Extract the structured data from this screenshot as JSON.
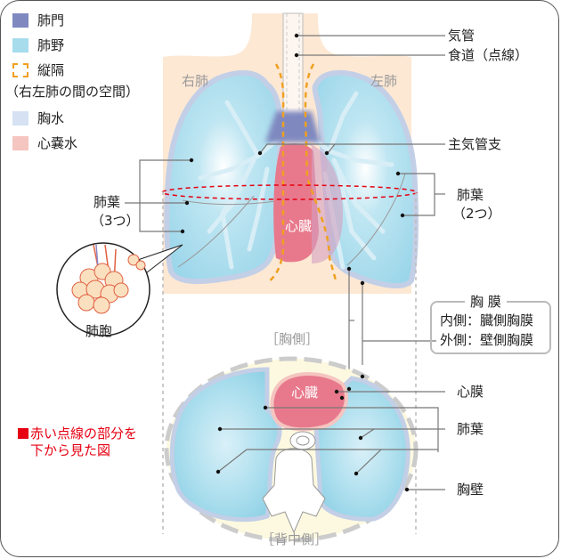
{
  "legend": {
    "items": [
      {
        "label": "肺門",
        "color": "#7f89c0",
        "style": "solid"
      },
      {
        "label": "肺野",
        "color": "#a6dcec",
        "style": "solid"
      },
      {
        "label": "縦隔",
        "color": "#f0a020",
        "style": "dashed"
      },
      {
        "label": "胸水",
        "color": "#d6e2f3",
        "style": "solid"
      },
      {
        "label": "心嚢水",
        "color": "#f5c5c0",
        "style": "solid"
      }
    ],
    "mediastinum_note": "（右左肺の間の空間）"
  },
  "front_view": {
    "right_lung": "右肺",
    "left_lung": "左肺",
    "heart": "心臓",
    "alveoli": "肺胞",
    "labels": {
      "trachea": "気管",
      "esophagus": "食道（点線）",
      "main_bronchus": "主気管支",
      "left_lobes": "肺葉",
      "left_lobes_count": "（2つ）",
      "right_lobes": "肺葉",
      "right_lobes_count": "（3つ）"
    }
  },
  "pleura": {
    "title": "胸 膜",
    "inner": "内側：臓側胸膜",
    "outer": "外側：壁側胸膜"
  },
  "cross_section": {
    "front_side": "［胸側］",
    "back_side": "［背中側］",
    "heart": "心臓",
    "labels": {
      "pericardium": "心膜",
      "lobes": "肺葉",
      "chest_wall": "胸壁"
    }
  },
  "note": {
    "line1": "赤い点線の部分を",
    "line2": "下から見た図"
  },
  "colors": {
    "skin": "#fde8d4",
    "lung": "#a6dcec",
    "pleura": "#d6e2f3",
    "heart": "#e8798c",
    "hilum": "#7f89c0",
    "mediastinum": "#f0a020",
    "accent_red": "#e60012"
  }
}
